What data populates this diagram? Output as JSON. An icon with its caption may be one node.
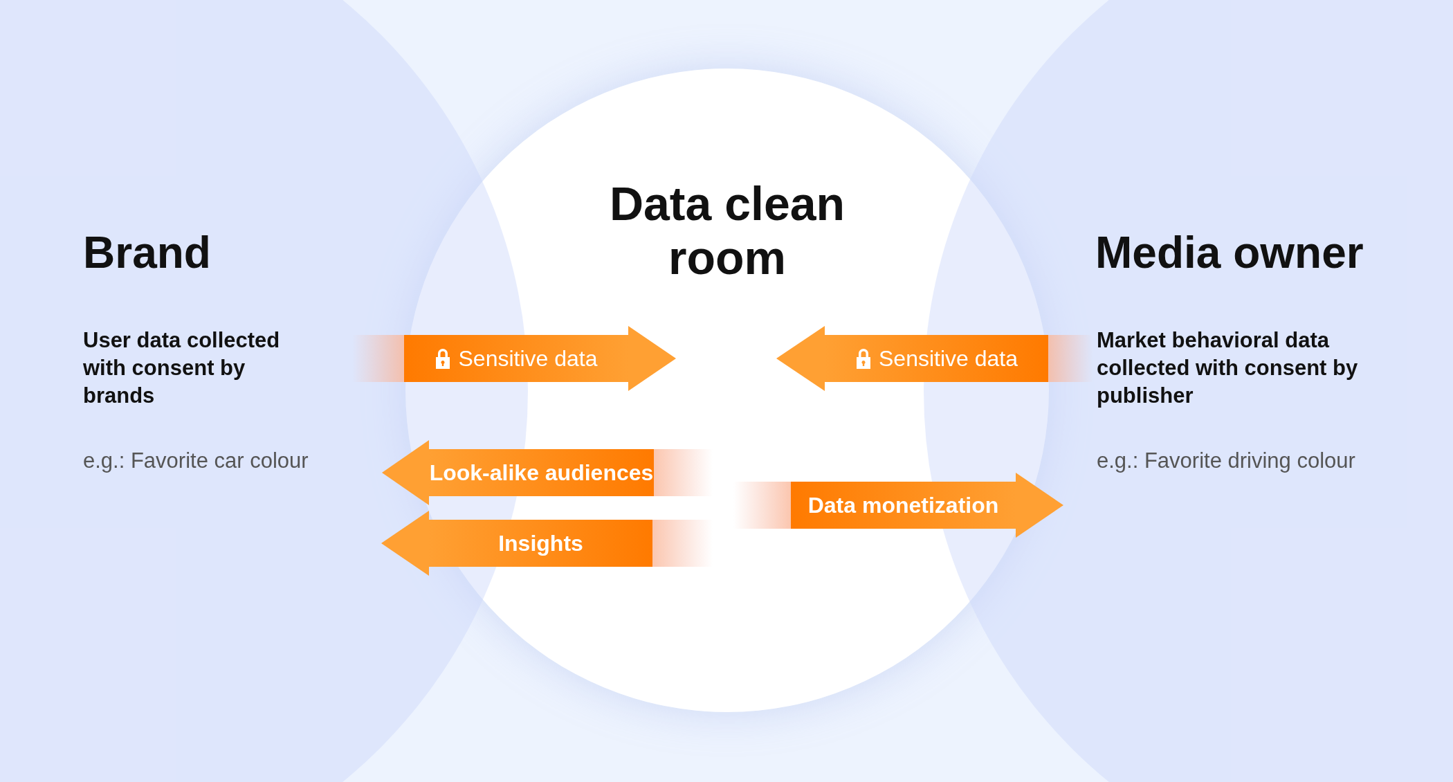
{
  "diagram": {
    "nodes": [
      {
        "text": [
          "Brand",
          "User data collected with consent by brands",
          "e.g.: Favorite car colour"
        ]
      },
      {
        "text": [
          "Data clean room"
        ]
      },
      {
        "text": [
          "Media owner",
          "Market behavioral data collected with consent by publisher",
          "e.g.: Favorite driving colour"
        ]
      }
    ],
    "edges": [
      {
        "from": 0,
        "to": 1,
        "arrow": "to",
        "label": "Sensitive data",
        "style": "thick"
      },
      {
        "from": 2,
        "to": 1,
        "arrow": "to",
        "label": "Sensitive data",
        "style": "thick"
      },
      {
        "from": 1,
        "to": 0,
        "arrow": "to",
        "label": "Look-alike audiences",
        "style": "thick"
      },
      {
        "from": 1,
        "to": 0,
        "arrow": "to",
        "label": "Insights",
        "style": "thick"
      },
      {
        "from": 1,
        "to": 2,
        "arrow": "to",
        "label": "Data monetization",
        "style": "thick"
      }
    ]
  }
}
